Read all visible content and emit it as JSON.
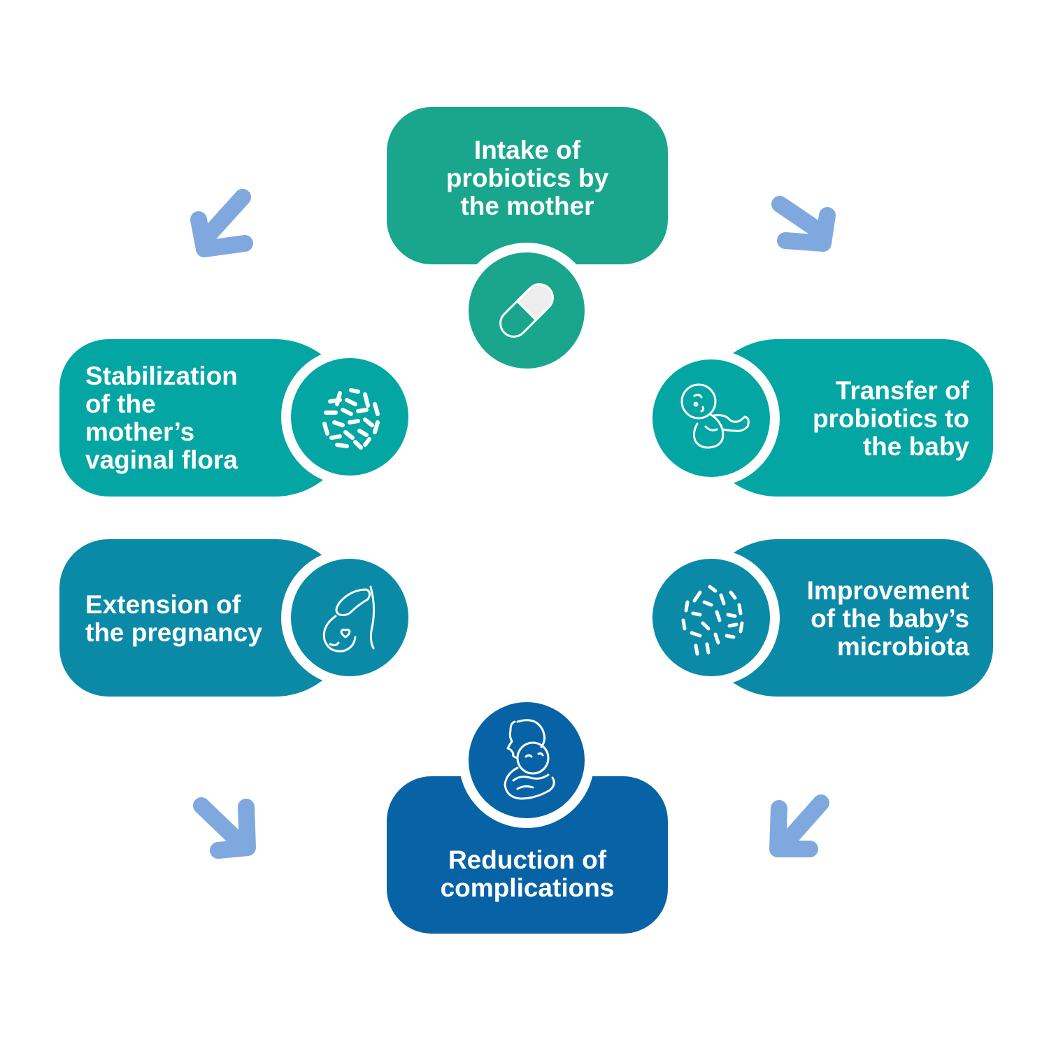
{
  "colors": {
    "intake": "#1aa68d",
    "stabilization": "#04a6a3",
    "transfer": "#04a6a3",
    "extension": "#0b8aa8",
    "improvement": "#0b8aa8",
    "reduction": "#0863a6",
    "arrow": "#7fa9de",
    "icon_line": "#ffffff",
    "pill_fill": "#eeeeee"
  },
  "steps": {
    "intake": {
      "label": "Intake of\nprobiotics by\nthe mother",
      "icon": "capsule-icon"
    },
    "stabilization": {
      "label": "Stabilization\nof the\nmother’s\nvaginal flora",
      "icon": "bacteria-cluster-icon"
    },
    "transfer": {
      "label": "Transfer of\nprobiotics to\nthe baby",
      "icon": "newborn-baby-icon"
    },
    "extension": {
      "label": "Extension of\nthe pregnancy",
      "icon": "pregnant-belly-icon"
    },
    "improvement": {
      "label": "Improvement\nof the baby’s\nmicrobiota",
      "icon": "microbiota-icon"
    },
    "reduction": {
      "label": "Reduction of\ncomplications",
      "icon": "mother-holding-baby-icon"
    }
  },
  "arrows": [
    {
      "id": "arrow-top-left",
      "direction": "down-left"
    },
    {
      "id": "arrow-top-right",
      "direction": "down-right"
    },
    {
      "id": "arrow-bottom-left",
      "direction": "down-right"
    },
    {
      "id": "arrow-bottom-right",
      "direction": "down-left"
    }
  ]
}
